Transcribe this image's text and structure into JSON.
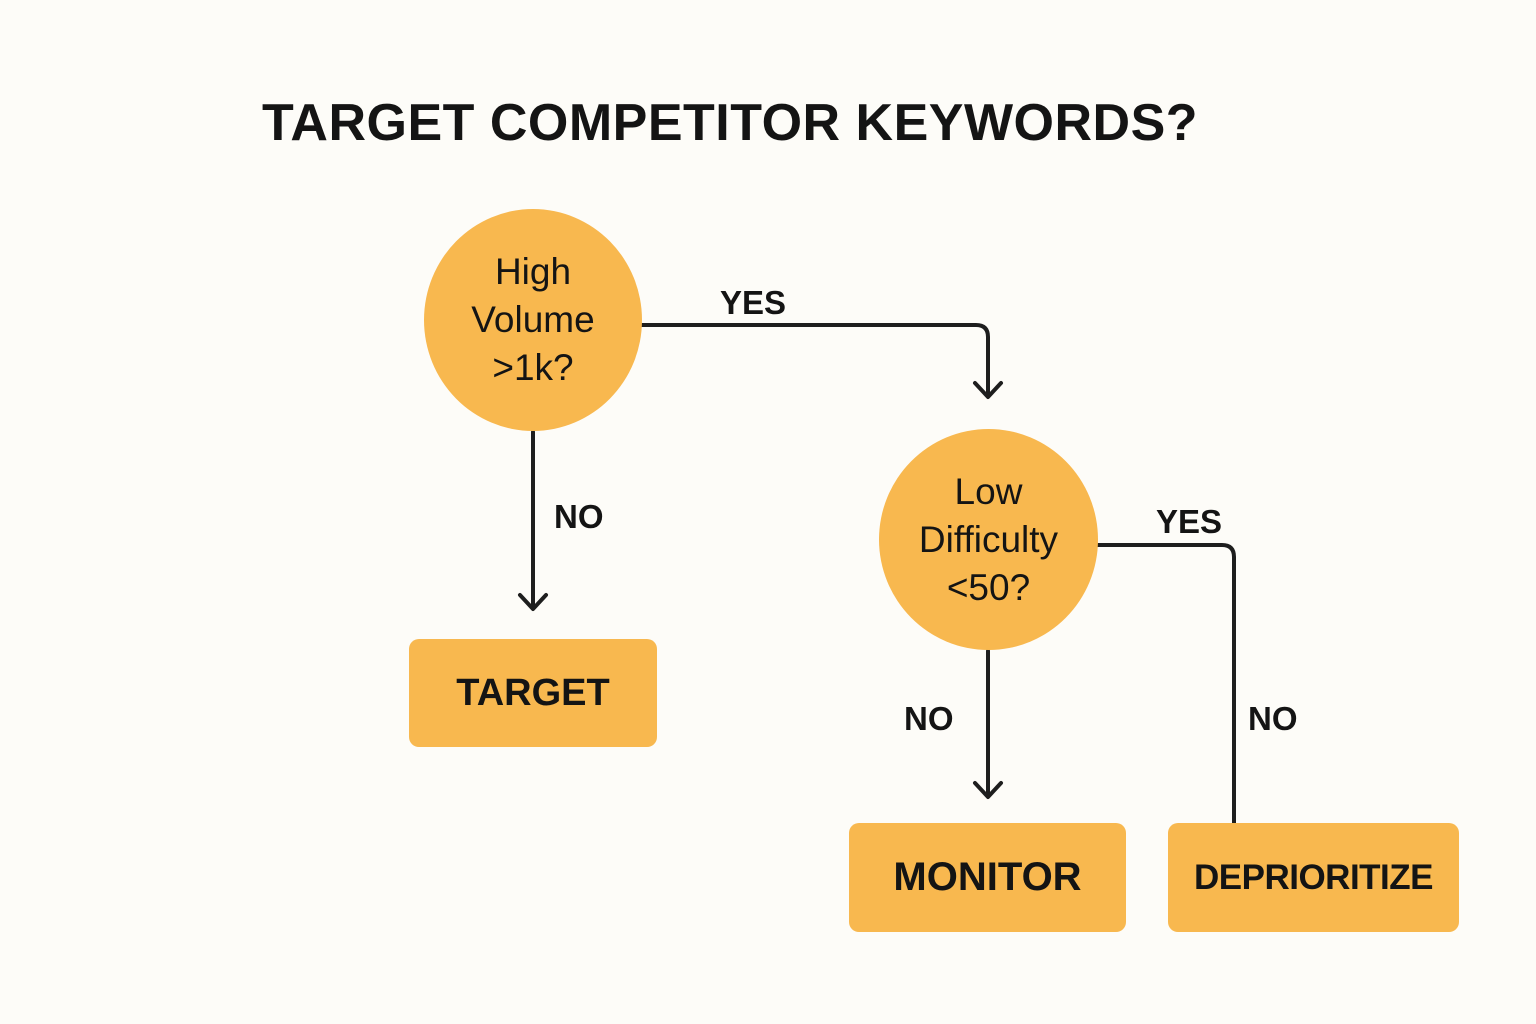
{
  "title": "TARGET COMPETITOR KEYWORDS?",
  "colors": {
    "node_fill": "#f8b84f",
    "line": "#1e1e1e",
    "background": "#fdfcf8",
    "text": "#141414"
  },
  "nodes": {
    "q_volume": "High\nVolume\n>1k?",
    "q_difficulty": "Low\nDifficulty\n<50?",
    "target": "TARGET",
    "monitor": "MONITOR",
    "deprioritize": "DEPRIORITIZE"
  },
  "edges": {
    "volume_yes": "YES",
    "volume_no": "NO",
    "difficulty_yes": "YES",
    "difficulty_no": "NO",
    "deprioritize_no": "NO"
  }
}
